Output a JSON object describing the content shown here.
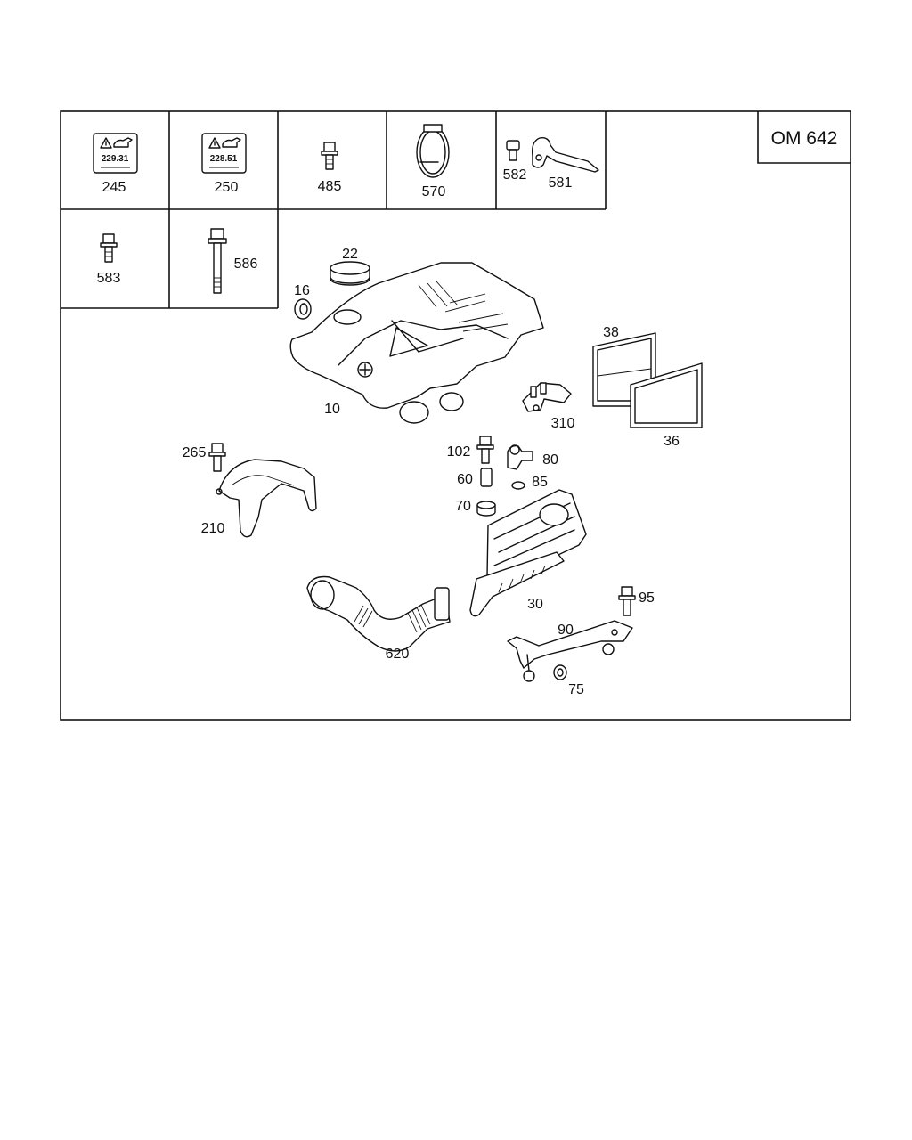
{
  "model_code": "OM 642",
  "part_numbers": {
    "p245": "245",
    "p250": "250",
    "p485": "485",
    "p570": "570",
    "p582": "582",
    "p581": "581",
    "p583": "583",
    "p586": "586",
    "p22": "22",
    "p16": "16",
    "p10": "10",
    "p38": "38",
    "p36": "36",
    "p310": "310",
    "p265": "265",
    "p210": "210",
    "p102": "102",
    "p80": "80",
    "p60": "60",
    "p85": "85",
    "p70": "70",
    "p30": "30",
    "p95": "95",
    "p90": "90",
    "p620": "620",
    "p75": "75"
  },
  "oil_labels": {
    "label_245_spec": "229.31",
    "label_250_spec": "228.51"
  }
}
